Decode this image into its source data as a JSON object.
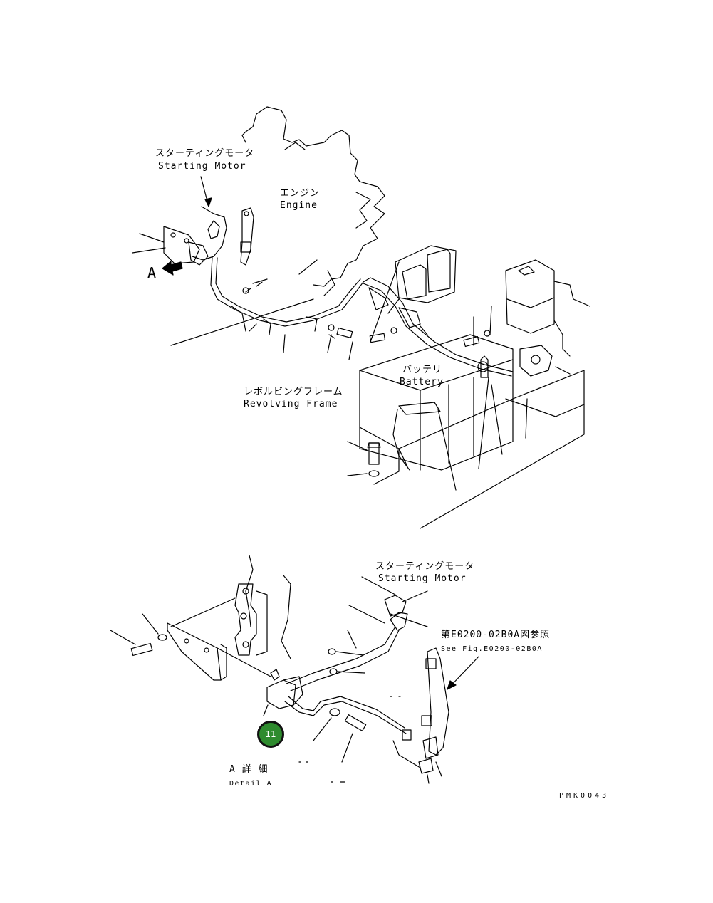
{
  "top_view": {
    "starting_motor_jp": "スターティングモータ",
    "starting_motor_en": "Starting Motor",
    "engine_jp": "エンジン",
    "engine_en": "Engine",
    "view_a_marker": "A",
    "battery_jp": "バッテリ",
    "battery_en": "Battery",
    "revolving_frame_jp": "レボルビングフレーム",
    "revolving_frame_en": "Revolving Frame"
  },
  "detail_view": {
    "starting_motor_jp": "スターティングモータ",
    "starting_motor_en": "Starting Motor",
    "reference_jp": "第E0200-02B0A図参照",
    "reference_en": "See Fig.E0200-02B0A",
    "detail_a_jp": "A 詳 細",
    "detail_a_en": "Detail A"
  },
  "callouts": [
    {
      "number": "11",
      "color": "#2e8b2e"
    }
  ],
  "figure_code": "PMK0043"
}
